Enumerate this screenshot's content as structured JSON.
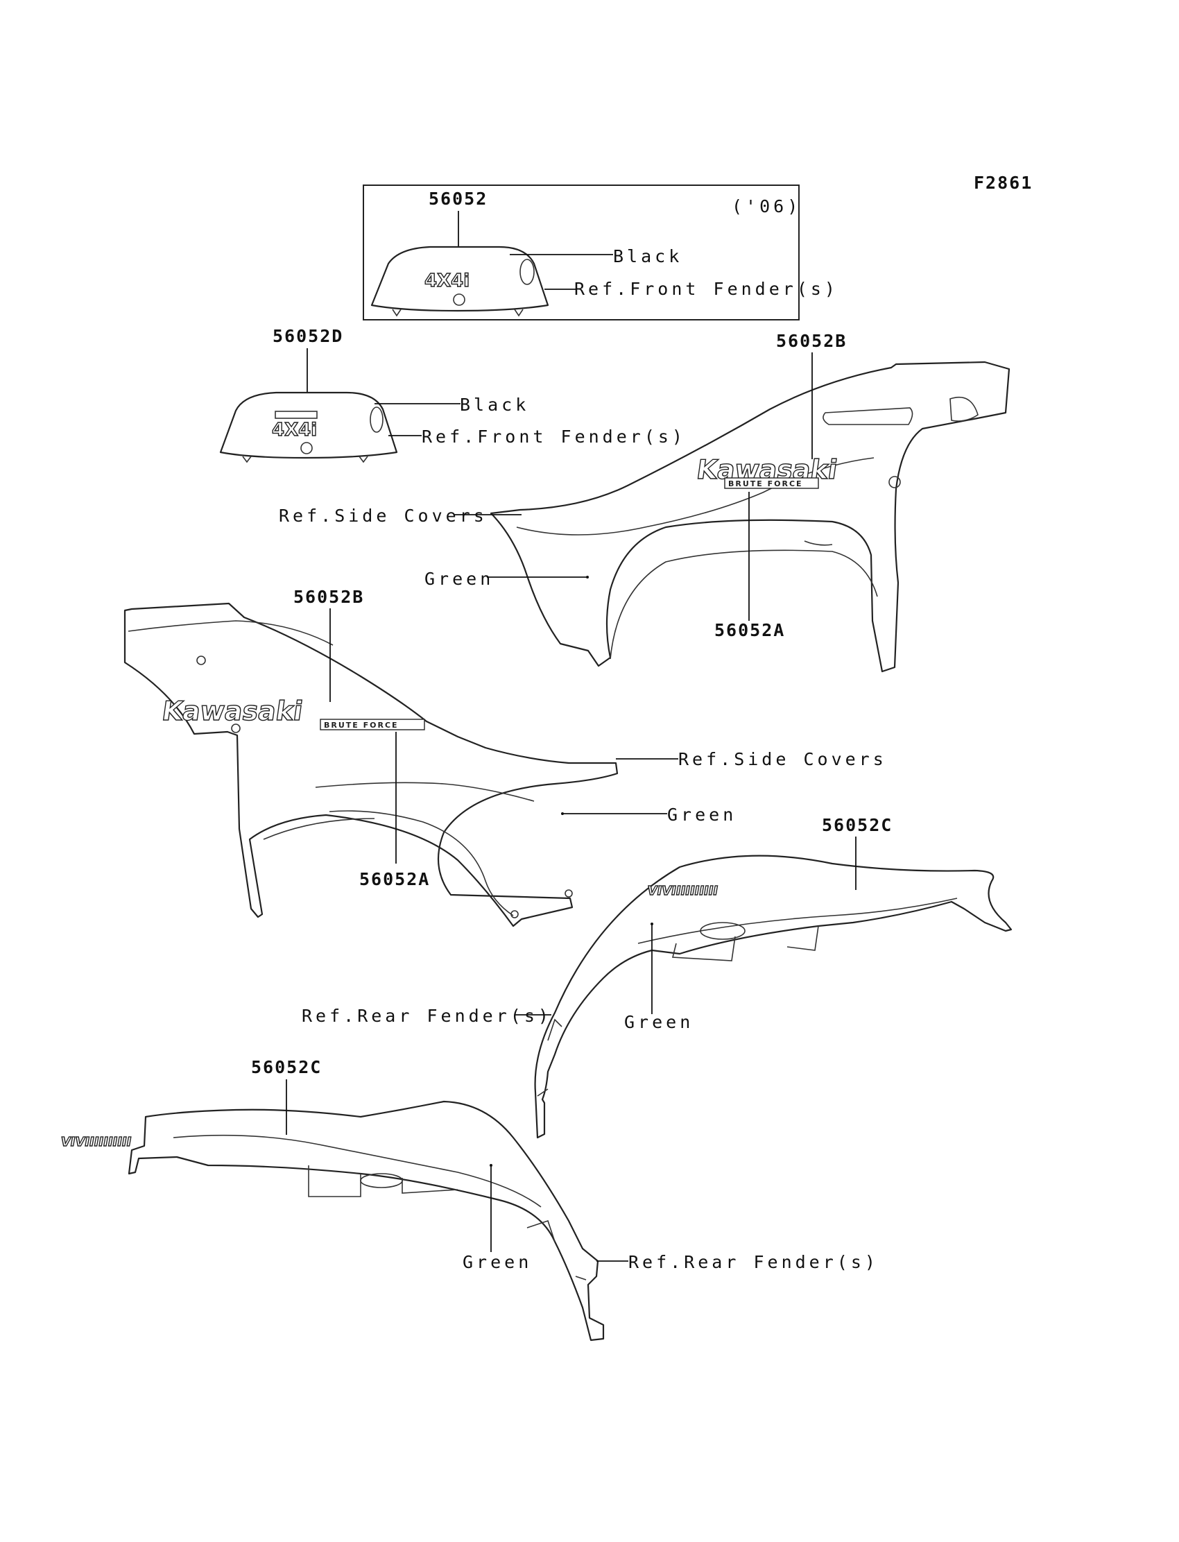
{
  "figure_code": "F2861",
  "inset": {
    "year": "('06)",
    "part_no": "56052",
    "color": "Black",
    "ref": "Ref.Front Fender(s)"
  },
  "front_decal": {
    "part_no": "56052D",
    "color": "Black",
    "ref": "Ref.Front Fender(s)"
  },
  "right_cover": {
    "part_kawasaki": "56052B",
    "part_bruteforce": "56052A",
    "ref_side": "Ref.Side Covers",
    "color": "Green"
  },
  "left_cover": {
    "part_kawasaki": "56052B",
    "part_bruteforce": "56052A",
    "ref_side": "Ref.Side Covers",
    "color": "Green"
  },
  "rear_right": {
    "part_no": "56052C",
    "ref": "Ref.Rear Fender(s)",
    "color": "Green"
  },
  "rear_left": {
    "part_no": "56052C",
    "ref": "Ref.Rear Fender(s)",
    "color": "Green"
  },
  "decal_text": {
    "kawasaki": "Kawasaki",
    "bruteforce": "BRUTE FORCE",
    "fourbyfour": "4X4i",
    "fourbyfour_small": "4X4i",
    "model": "VIVIIIIIIIIII"
  }
}
